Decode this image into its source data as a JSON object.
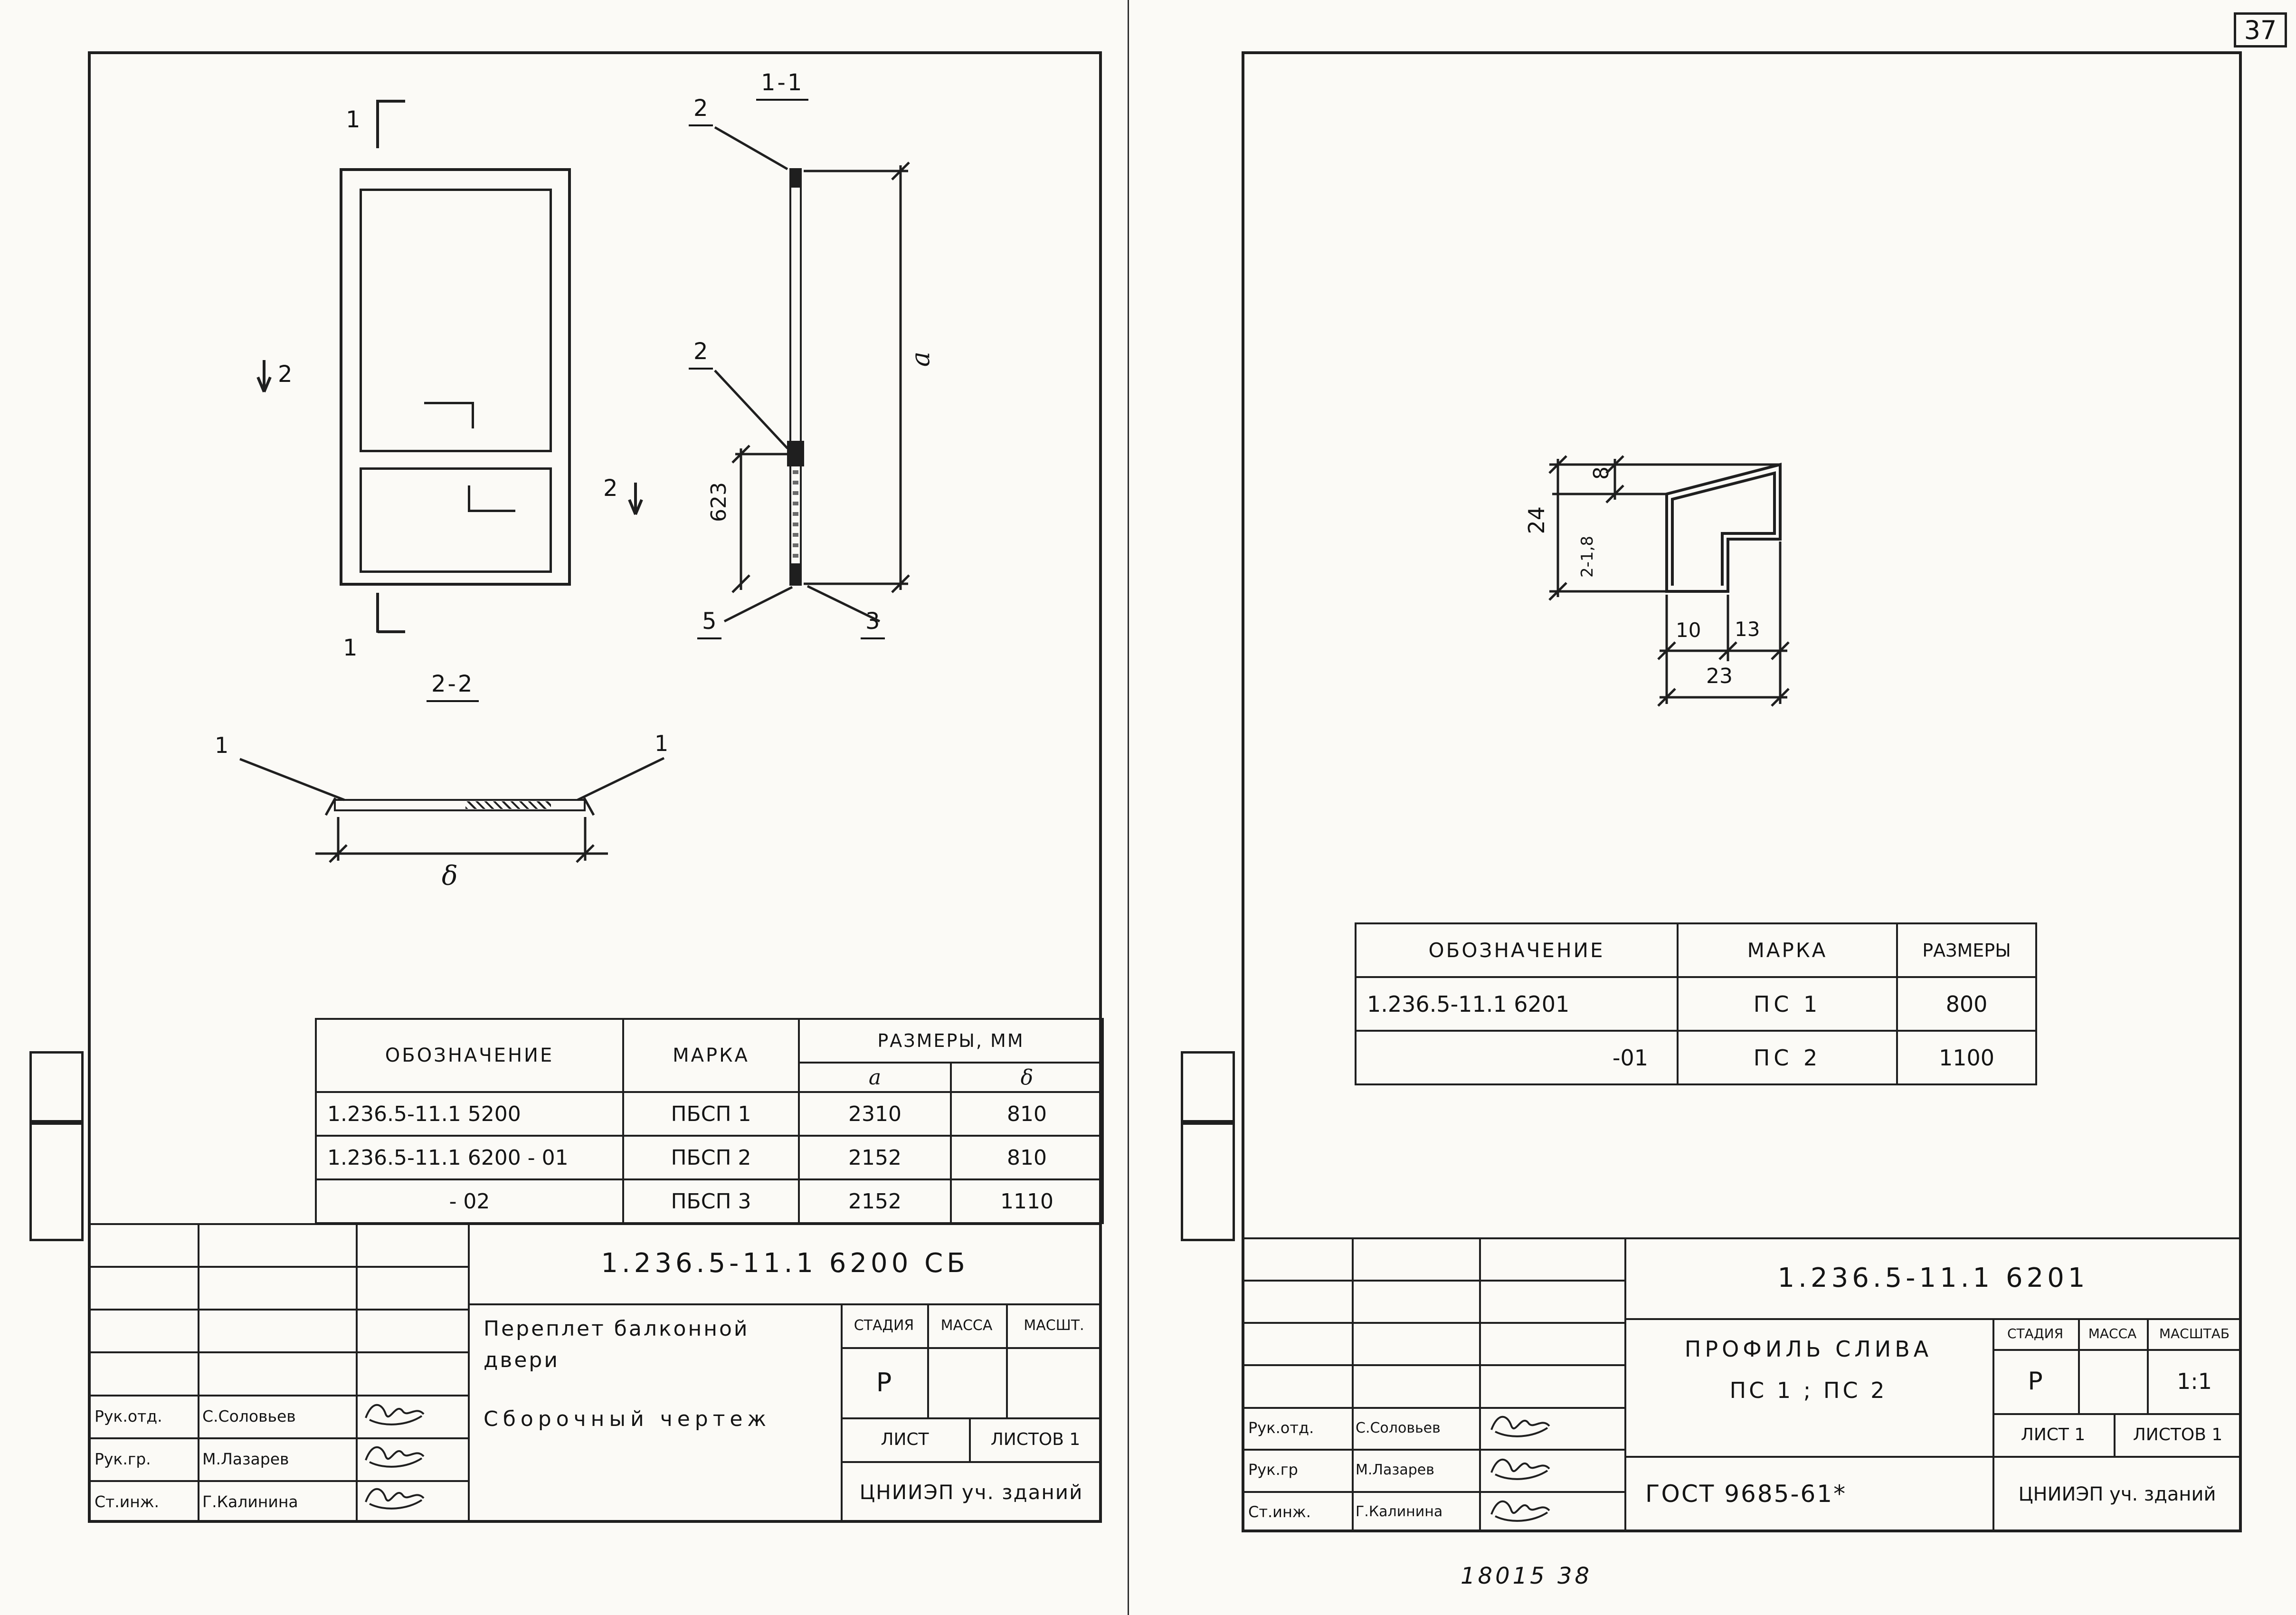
{
  "page": {
    "number": "37",
    "footer_note": "18015   38"
  },
  "left_sheet": {
    "drawing": {
      "section_1_1": "1-1",
      "section_2_2": "2-2",
      "marker_1_top": "1",
      "marker_1_bottom": "1",
      "marker_2_left": "2",
      "marker_2_right": "2",
      "callout_2a": "2",
      "callout_2b": "2",
      "callout_5": "5",
      "callout_3": "3",
      "marker_1_sec_left": "1",
      "marker_1_sec_right": "1",
      "dim_a": "a",
      "dim_623": "623",
      "dim_delta": "δ"
    },
    "table": {
      "headers": {
        "designation": "ОБОЗНАЧЕНИЕ",
        "mark": "МАРКА",
        "sizes": "РАЗМЕРЫ, ММ",
        "a": "a",
        "delta": "δ"
      },
      "rows": [
        {
          "designation": "1.236.5-11.1 5200",
          "mark": "ПБСП 1",
          "a": "2310",
          "delta": "810"
        },
        {
          "designation": "1.236.5-11.1 6200 - 01",
          "mark": "ПБСП 2",
          "a": "2152",
          "delta": "810"
        },
        {
          "designation": "- 02",
          "mark": "ПБСП 3",
          "a": "2152",
          "delta": "1110"
        }
      ]
    },
    "title_block": {
      "doc_number": "1.236.5-11.1 6200 СБ",
      "title_line1": "Переплет балконной",
      "title_line2": "двери",
      "title_line3": "Сборочный чертеж",
      "stage_header": "СТАДИЯ",
      "mass_header": "МАССА",
      "scale_header": "МАСШТ.",
      "stage_value": "Р",
      "sheet_label": "ЛИСТ",
      "sheets_label": "ЛИСТОВ 1",
      "org": "ЦНИИЭП уч. зданий",
      "people": [
        {
          "role": "Рук.отд.",
          "name": "С.Соловьев"
        },
        {
          "role": "Рук.гр.",
          "name": "М.Лазарев"
        },
        {
          "role": "Ст.инж.",
          "name": "Г.Калинина"
        }
      ]
    }
  },
  "right_sheet": {
    "drawing": {
      "dim_24": "24",
      "dim_8": "8",
      "dim_thickness": "2-1,8",
      "dim_10": "10",
      "dim_13": "13",
      "dim_23": "23"
    },
    "table": {
      "headers": {
        "designation": "ОБОЗНАЧЕНИЕ",
        "mark": "МАРКА",
        "sizes": "РАЗМЕРЫ"
      },
      "rows": [
        {
          "designation": "1.236.5-11.1  6201",
          "mark": "ПС 1",
          "sizes": "800"
        },
        {
          "designation": "-01",
          "mark": "ПС 2",
          "sizes": "1100"
        }
      ]
    },
    "title_block": {
      "doc_number": "1.236.5-11.1  6201",
      "title_line1": "ПРОФИЛЬ  СЛИВА",
      "title_line2": "ПС 1 ; ПС 2",
      "gost": "ГОСТ 9685-61*",
      "stage_header": "СТАДИЯ",
      "mass_header": "МАССА",
      "scale_header": "МАСШТАБ",
      "stage_value": "Р",
      "scale_value": "1:1",
      "sheet_label": "ЛИСТ 1",
      "sheets_label": "ЛИСТОВ 1",
      "org": "ЦНИИЭП уч. зданий",
      "people": [
        {
          "role": "Рук.отд.",
          "name": "С.Соловьев"
        },
        {
          "role": "Рук.гр",
          "name": "М.Лазарев"
        },
        {
          "role": "Ст.инж.",
          "name": "Г.Калинина"
        }
      ]
    }
  }
}
